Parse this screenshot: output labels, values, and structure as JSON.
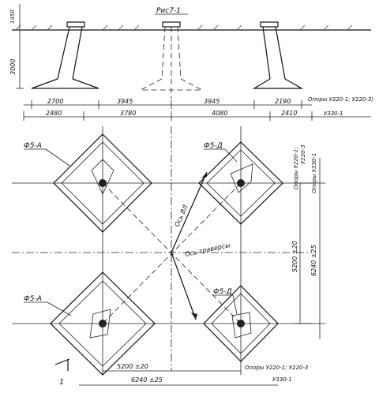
{
  "elevation": {
    "label_top": "Рис7-1",
    "dim_top_left": "1450",
    "dim_height": "3000",
    "dims_row1": [
      "2700",
      "3945",
      "3945",
      "2190"
    ],
    "dims_row2": [
      "2480",
      "3780",
      "4080",
      "2410"
    ],
    "note_right_1": "Опоры У220-1; У220-3)",
    "note_right_2": "У330-1"
  },
  "plan": {
    "footing_labels": [
      "Ф5-А",
      "Ф5-Д",
      "Ф5-Д",
      "Ф5-А"
    ],
    "axis_label": "Ось траверсы",
    "diag_label": "Ось ВЛ",
    "vert_dim_1": "5200 ±20",
    "vert_dim_2": "6240 ±25",
    "horiz_dim_1": "5200 ±20",
    "horiz_dim_2": "6240 ±25",
    "note_right_1": "Опоры У220-1;",
    "note_right_2": "У220-3",
    "note_right_3": "Опоры У330-1",
    "bottom_note_1": "Опоры У220-1; У220-3",
    "bottom_note_2": "У330-1",
    "corner_label": "1"
  }
}
